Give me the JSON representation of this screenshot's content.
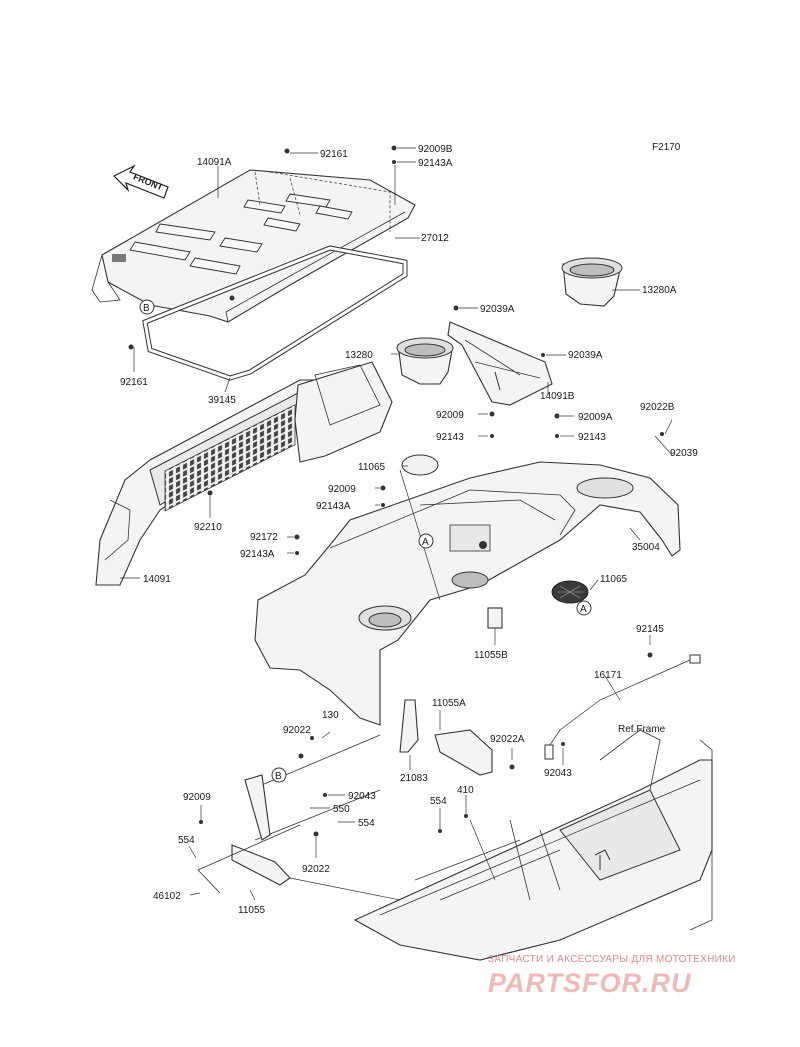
{
  "diagram_code": "F2170",
  "front_arrow_text": "FRONT",
  "ref_frame": "Ref.Frame",
  "callouts": {
    "A": "A",
    "B": "B"
  },
  "parts": {
    "p14091A": "14091A",
    "p92161_top": "92161",
    "p92009B": "92009B",
    "p92143A_top": "92143A",
    "p27012": "27012",
    "p13280A": "13280A",
    "p92161_left": "92161",
    "p39145": "39145",
    "p92039A_1": "92039A",
    "p13280": "13280",
    "p92039A_2": "92039A",
    "p14091B": "14091B",
    "p92009_a": "92009",
    "p92009A": "92009A",
    "p92022B": "92022B",
    "p92143_a": "92143",
    "p92143_b": "92143",
    "p92039": "92039",
    "p11065_a": "11065",
    "p92009_b": "92009",
    "p92143A_mid": "92143A",
    "p92210": "92210",
    "p35004": "35004",
    "p92172": "92172",
    "p92143A_low": "92143A",
    "p11065_b": "11065",
    "p14091": "14091",
    "p11055B": "11055B",
    "p92145": "92145",
    "p16171": "16171",
    "p130": "130",
    "p11055A": "11055A",
    "p92022_a": "92022",
    "p92022A": "92022A",
    "p21083": "21083",
    "p92043_a": "92043",
    "p92009_c": "92009",
    "p92043_b": "92043",
    "p550": "550",
    "p554_a": "554",
    "p410": "410",
    "p554_b": "554",
    "p554_c": "554",
    "p92022_b": "92022",
    "p46102": "46102",
    "p11055": "11055"
  },
  "watermark": {
    "tagline": "ЗАПЧАСТИ И АКСЕССУАРЫ ДЛЯ МОТОТЕХНИКИ",
    "brand": "PARTSFOR.RU"
  }
}
